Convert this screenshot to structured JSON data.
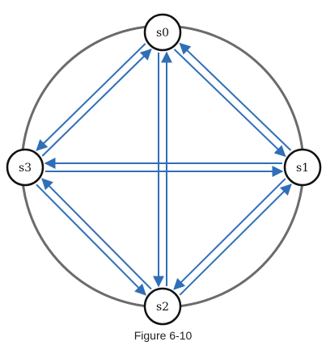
{
  "colors": {
    "ring": "#6b6b6b",
    "arrow": "#2f6fb7",
    "node_stroke": "#111111",
    "node_fill": "#ffffff"
  },
  "nodes": [
    {
      "id": "s0",
      "label": "s0"
    },
    {
      "id": "s1",
      "label": "s1"
    },
    {
      "id": "s2",
      "label": "s2"
    },
    {
      "id": "s3",
      "label": "s3"
    }
  ],
  "edges": [
    {
      "from": "s0",
      "to": "s1"
    },
    {
      "from": "s1",
      "to": "s0"
    },
    {
      "from": "s0",
      "to": "s2"
    },
    {
      "from": "s2",
      "to": "s0"
    },
    {
      "from": "s0",
      "to": "s3"
    },
    {
      "from": "s3",
      "to": "s0"
    },
    {
      "from": "s1",
      "to": "s2"
    },
    {
      "from": "s2",
      "to": "s1"
    },
    {
      "from": "s1",
      "to": "s3"
    },
    {
      "from": "s3",
      "to": "s1"
    },
    {
      "from": "s2",
      "to": "s3"
    },
    {
      "from": "s3",
      "to": "s2"
    }
  ],
  "caption": "Figure 6-10"
}
